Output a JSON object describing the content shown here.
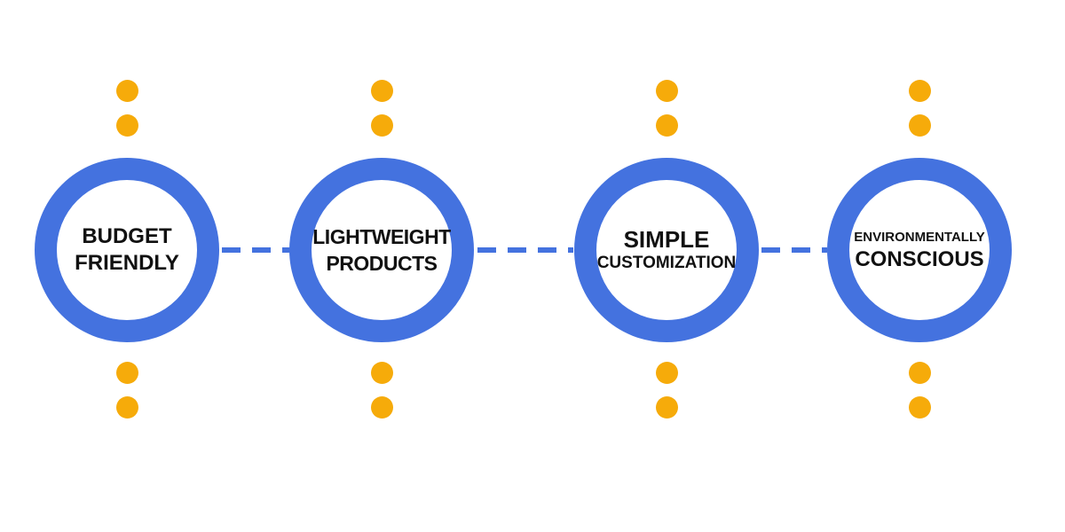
{
  "colors": {
    "ring_blue": "#4472DF",
    "dot_yellow": "#F6AB0A",
    "text": "#111111",
    "background": "#FFFFFF"
  },
  "diagram": {
    "type": "feature-circles",
    "nodes": [
      {
        "line1": "BUDGET",
        "line2": "FRIENDLY"
      },
      {
        "line1": "LIGHTWEIGHT",
        "line2": "PRODUCTS"
      },
      {
        "line1": "SIMPLE",
        "line2": "CUSTOMIZATION"
      },
      {
        "line1": "ENVIRONMENTALLY",
        "line2": "CONSCIOUS"
      }
    ]
  }
}
